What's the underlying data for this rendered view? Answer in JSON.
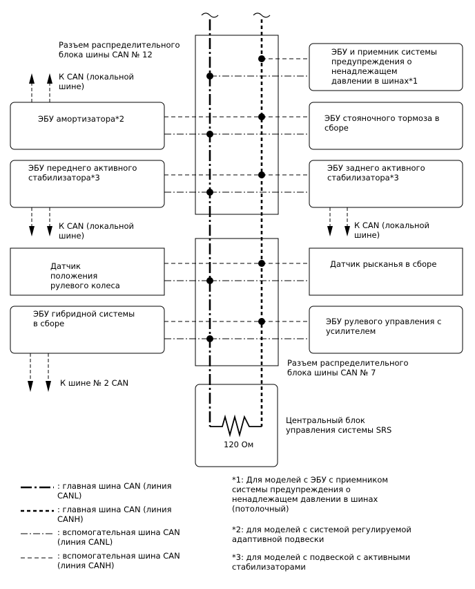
{
  "connectors": {
    "jb12": "Разъем распределительного\nблока шины CAN № 12",
    "jb7": "Разъем распределительного\nблока шины CAN № 7"
  },
  "arrows": {
    "top_left": "К CAN (локальной\nшине)",
    "mid_left": "К CAN (локальной\nшине)",
    "mid_right": "К CAN (локальной\nшине)",
    "bus2": "К шине № 2 CAN"
  },
  "ecus": {
    "tpms": "ЭБУ и приемник системы\nпредупреждения о\nненадлежащем\nдавлении в шинах*1",
    "absorber": "ЭБУ амортизатора*2",
    "parking_brake": "ЭБУ стояночного тормоза в\nсборе",
    "front_stabilizer": "ЭБУ переднего активного\nстабилизатора*3",
    "rear_stabilizer": "ЭБУ заднего активного\nстабилизатора*3",
    "steering_sensor": "Датчик\nположения\nрулевого колеса",
    "yaw_sensor": "Датчик рысканья в сборе",
    "hybrid": "ЭБУ гибридной системы\nв сборе",
    "power_steering": "ЭБУ рулевого управления с\nусилителем",
    "srs_label": "Центральный блок\nуправления системы SRS",
    "resistor": "120 Ом"
  },
  "legend": [
    "главная шина CAN (линия\nCANL)",
    "главная шина CAN (линия\nCANH)",
    "вспомогательная шина CAN\n(линия CANL)",
    "вспомогательная шина CAN\n(линия CANH)"
  ],
  "legend_prefix": ": ",
  "notes": [
    "*1: Для моделей с ЭБУ с приемником\nсистемы предупреждения о\nненадлежащем давлении в шинах\n(потолочный)",
    "*2: для моделей с системой регулируемой\nадаптивной подвески",
    "*3: для моделей с подвеской с активными\nстабилизаторами"
  ]
}
